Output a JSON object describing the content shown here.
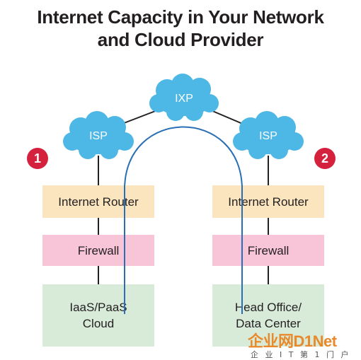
{
  "title": {
    "line1": "Internet Capacity in Your Network",
    "line2": "and Cloud Provider"
  },
  "clouds": {
    "ixp": "IXP",
    "isp_left": "ISP",
    "isp_right": "ISP"
  },
  "badges": {
    "left": "1",
    "right": "2"
  },
  "left_stack": {
    "router": "Internet Router",
    "firewall": "Firewall",
    "endpoint_line1": "IaaS/PaaS",
    "endpoint_line2": "Cloud"
  },
  "right_stack": {
    "router": "Internet Router",
    "firewall": "Firewall",
    "endpoint_line1": "Head Office/",
    "endpoint_line2": "Data Center"
  },
  "watermark": {
    "main": "企业网D1Net",
    "sub": "企 业 I T 第 1 门 户"
  },
  "colors": {
    "cloud": "#4db7e6",
    "router_box": "#fbe5bf",
    "firewall_box": "#f8c4d7",
    "endpoint_box": "#d8ebd9",
    "badge": "#d4213d",
    "path_line": "#2a6fb5",
    "connector": "#231f20"
  }
}
